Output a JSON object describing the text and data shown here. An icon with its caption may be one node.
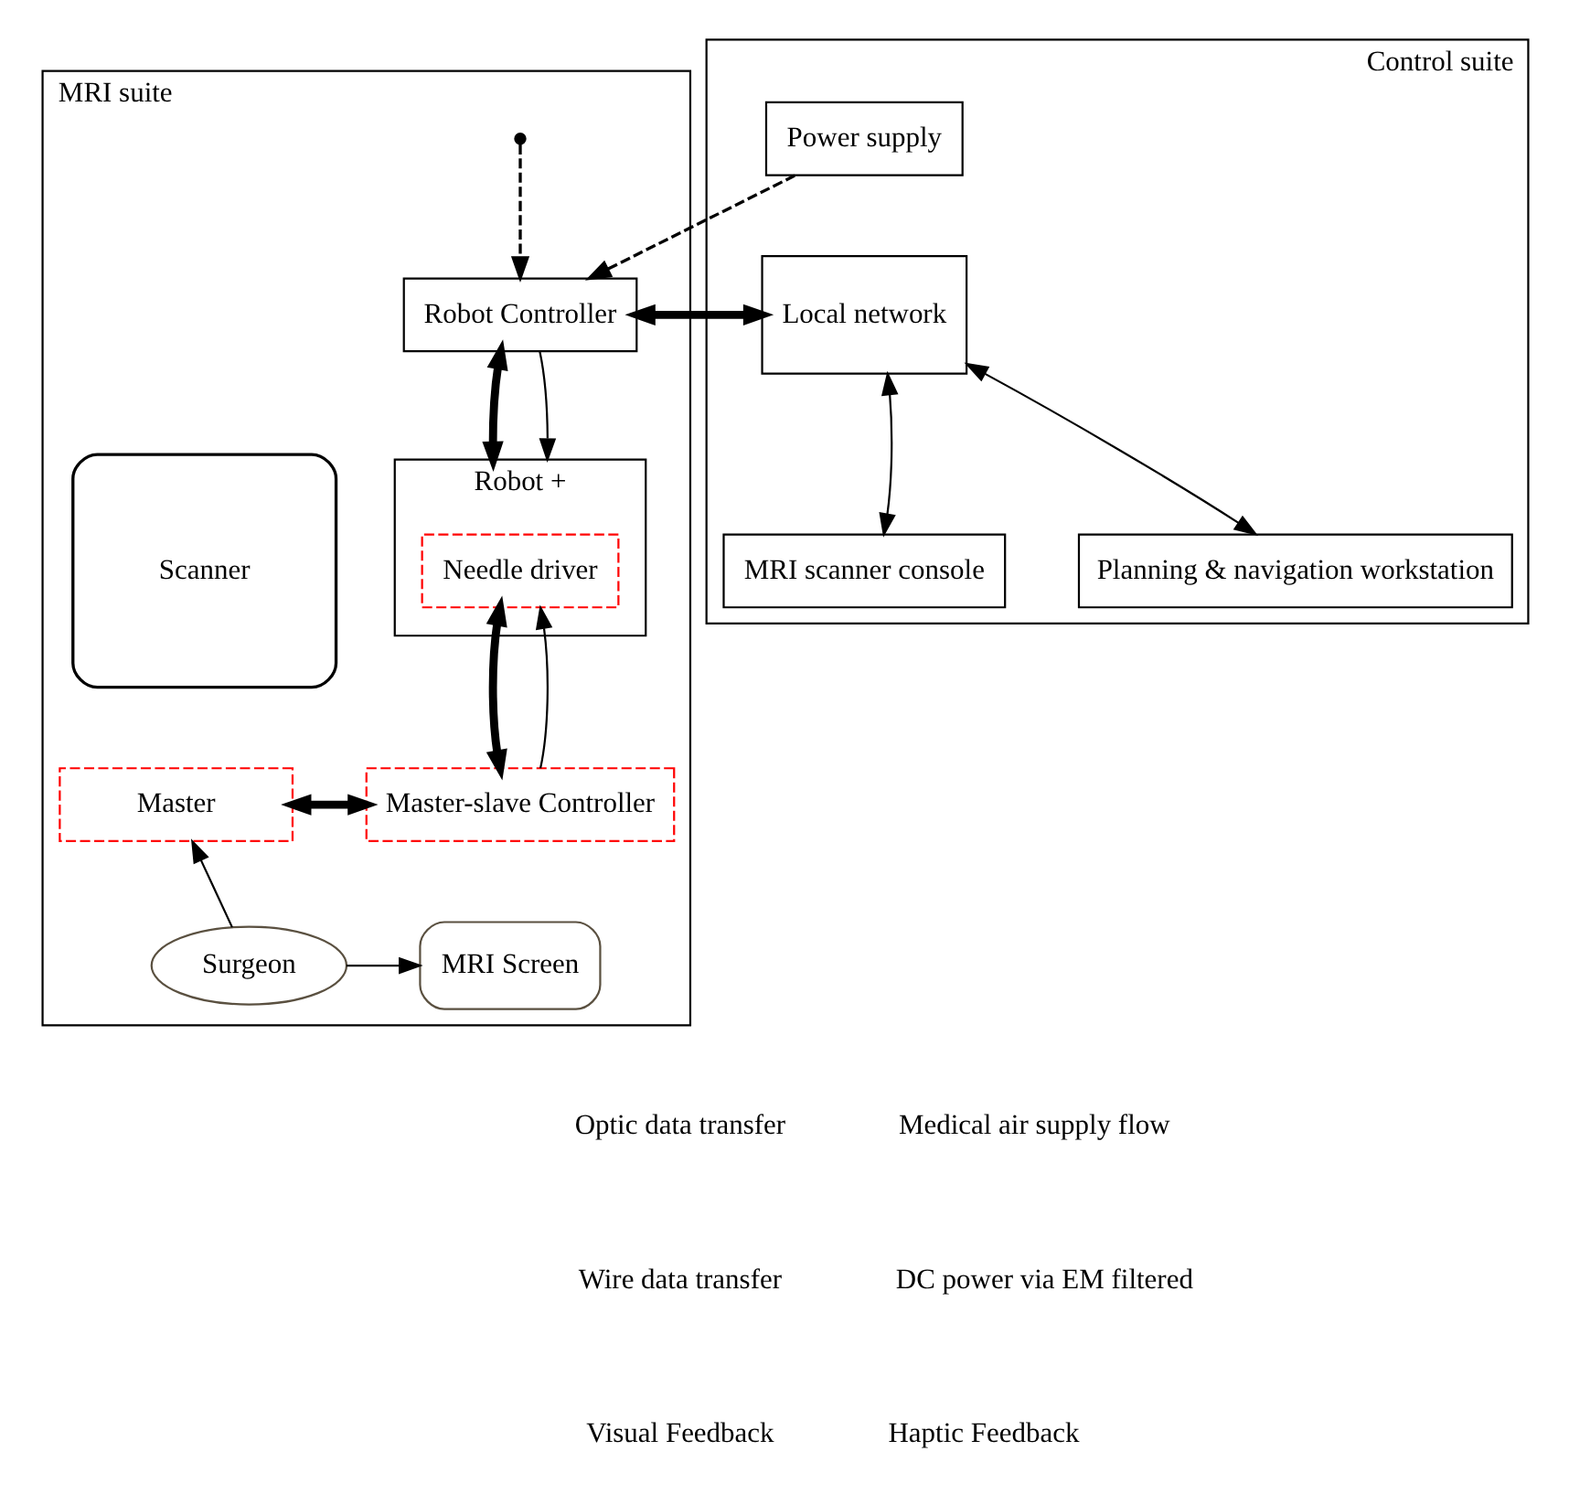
{
  "diagram": {
    "nodes": [
      {
        "text": [
          "MRI suite"
        ]
      },
      {
        "text": [
          "Control suite"
        ]
      },
      {
        "text": [
          "Robot Controller"
        ],
        "in": 0
      },
      {
        "text": [
          "Power supply"
        ],
        "in": 1
      },
      {
        "text": [
          "Local network"
        ],
        "in": 1
      },
      {
        "text": [
          "Scanner"
        ],
        "in": 0
      },
      {
        "text": [
          "Robot +"
        ],
        "in": 0
      },
      {
        "text": [
          "Needle driver"
        ],
        "in": 6
      },
      {
        "text": [
          "Master"
        ],
        "in": 0
      },
      {
        "text": [
          "Master-slave Controller"
        ],
        "in": 0
      },
      {
        "text": [
          "Surgeon"
        ],
        "in": 0
      },
      {
        "text": [
          "MRI Screen"
        ],
        "in": 0
      },
      {
        "text": [
          "MRI scanner console"
        ],
        "in": 1
      },
      {
        "text": [
          "Planning & navigation workstation"
        ],
        "in": 1
      }
    ],
    "edges": [
      {
        "from": null,
        "to": 2,
        "arrow": "to",
        "style": "dashed"
      },
      {
        "from": 3,
        "to": 2,
        "arrow": "to",
        "style": "dashed"
      },
      {
        "from": 2,
        "to": 4,
        "arrow": "both",
        "style": "thick"
      },
      {
        "from": 2,
        "to": 6,
        "arrow": "both",
        "style": "thick"
      },
      {
        "from": 2,
        "to": 6,
        "arrow": "to"
      },
      {
        "from": 9,
        "to": 7,
        "arrow": "both",
        "style": "thick"
      },
      {
        "from": 9,
        "to": 7,
        "arrow": "to"
      },
      {
        "from": 8,
        "to": 9,
        "arrow": "both",
        "style": "thick"
      },
      {
        "from": 10,
        "to": 8,
        "arrow": "to"
      },
      {
        "from": 10,
        "to": 11,
        "arrow": "to"
      },
      {
        "from": 4,
        "to": 12,
        "arrow": "both"
      },
      {
        "from": 4,
        "to": 13,
        "arrow": "both"
      }
    ],
    "legend": [
      {
        "text": "Optic data transfer"
      },
      {
        "text": "Medical air supply flow"
      },
      {
        "text": "Wire data transfer"
      },
      {
        "text": "DC power via EM filtered"
      },
      {
        "text": "Visual Feedback"
      },
      {
        "text": "Haptic Feedback"
      }
    ]
  }
}
